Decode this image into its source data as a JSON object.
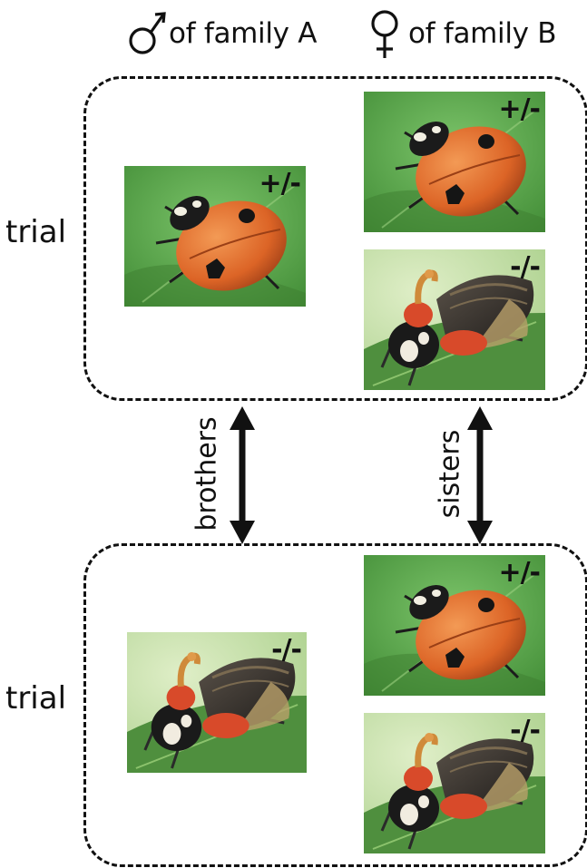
{
  "header": {
    "male_label": "of family A",
    "female_label": "of family B"
  },
  "trials": [
    {
      "label": "trial",
      "male": {
        "genotype": "+/-",
        "phenotype": "spotted-orange-ladybird"
      },
      "females": [
        {
          "genotype": "+/-",
          "phenotype": "spotted-orange-ladybird"
        },
        {
          "genotype": "-/-",
          "phenotype": "dark-ladybird-red-shoulder"
        }
      ]
    },
    {
      "label": "trial",
      "male": {
        "genotype": "-/-",
        "phenotype": "dark-ladybird-red-shoulder"
      },
      "females": [
        {
          "genotype": "+/-",
          "phenotype": "spotted-orange-ladybird"
        },
        {
          "genotype": "-/-",
          "phenotype": "dark-ladybird-red-shoulder"
        }
      ]
    }
  ],
  "relations": {
    "left": "brothers",
    "right": "sisters"
  },
  "colors": {
    "leaf": "#5fa84a",
    "orange_beetle": "#e0692a",
    "dark_beetle": "#3a3532",
    "red_shoulder": "#d84a2a"
  }
}
